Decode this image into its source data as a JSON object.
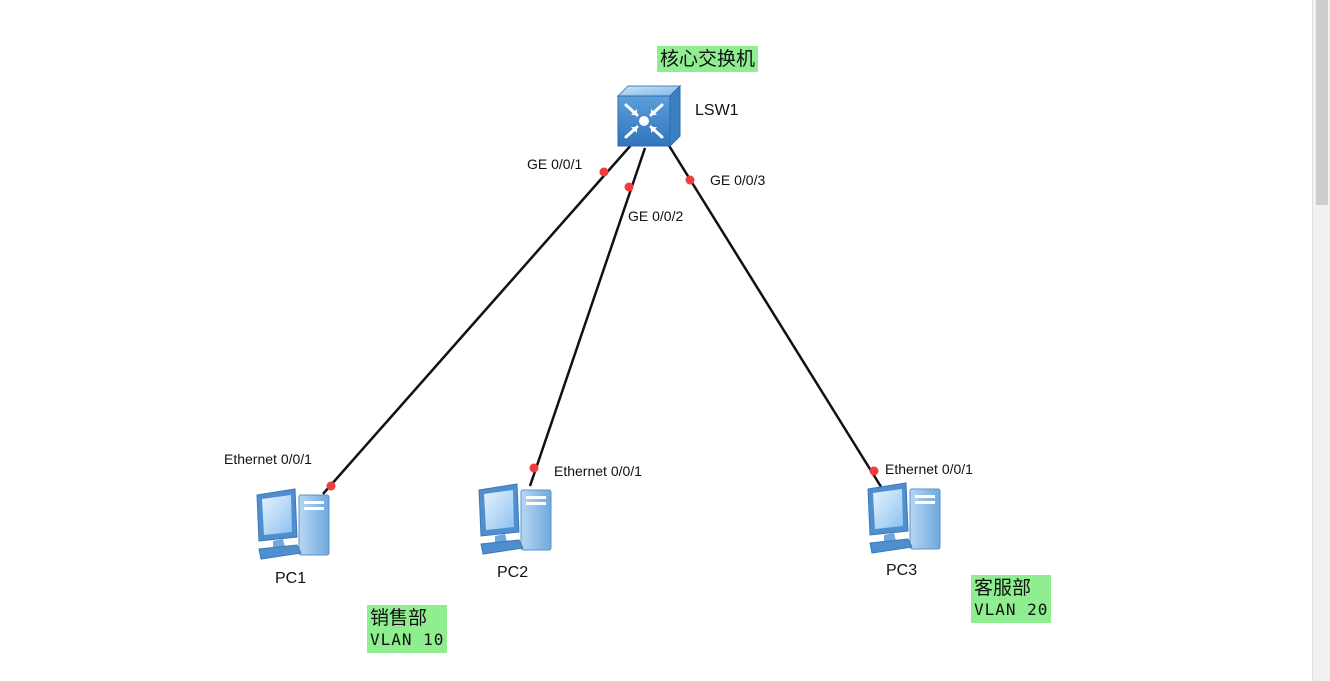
{
  "devices": {
    "switch": {
      "label": "LSW1"
    },
    "pc1": {
      "label": "PC1"
    },
    "pc2": {
      "label": "PC2"
    },
    "pc3": {
      "label": "PC3"
    }
  },
  "ports": {
    "sw_p1": "GE 0/0/1",
    "sw_p2": "GE 0/0/2",
    "sw_p3": "GE 0/0/3",
    "pc1_p": "Ethernet 0/0/1",
    "pc2_p": "Ethernet 0/0/1",
    "pc3_p": "Ethernet 0/0/1"
  },
  "notes": {
    "core": {
      "line1": "核心交换机"
    },
    "sales": {
      "line1": "销售部",
      "line2": "VLAN 10"
    },
    "service": {
      "line1": "客服部",
      "line2": "VLAN 20"
    }
  },
  "colors": {
    "link": "#111111",
    "port_dot": "#f03c3c",
    "note_bg": "#8fee8f",
    "switch_blue": "#5b9bd5"
  }
}
